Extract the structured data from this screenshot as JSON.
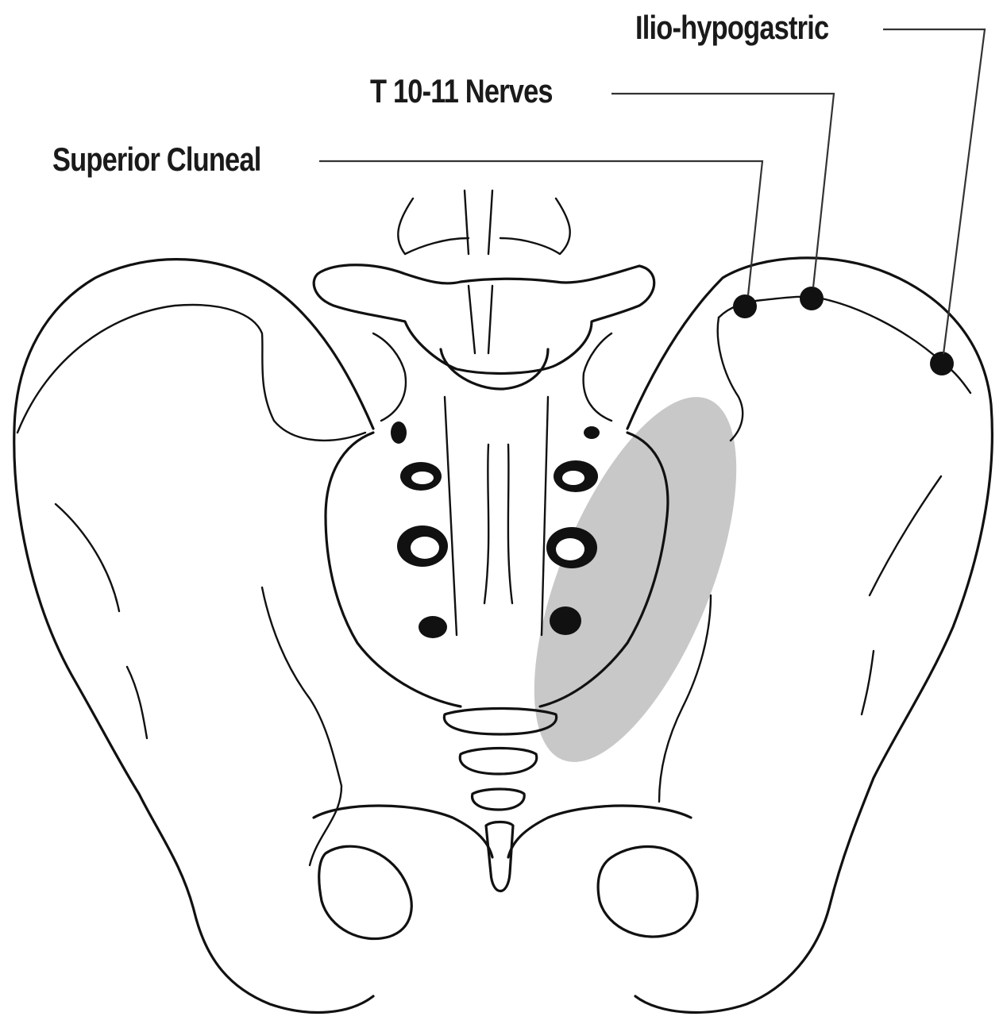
{
  "labels": {
    "ilio_hypogastric": "Ilio-hypogastric",
    "t10_11": "T 10-11 Nerves",
    "superior_cluneal": "Superior Cluneal"
  },
  "colors": {
    "line": "#111111",
    "shaded_region": "#c8c8c8",
    "nerve_point": "#111111",
    "background": "#ffffff"
  }
}
